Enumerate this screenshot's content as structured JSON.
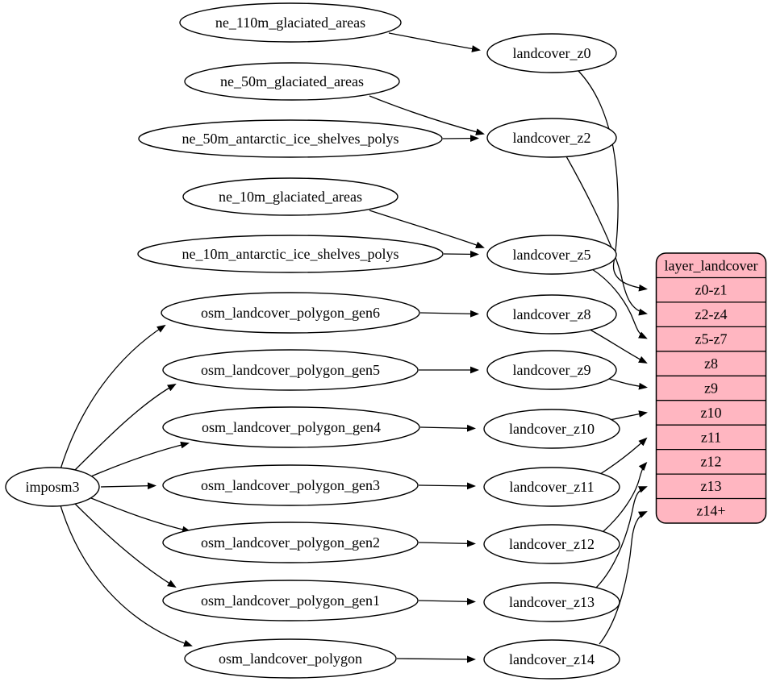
{
  "colors": {
    "background": "#ffffff",
    "node_fill": "#ffffff",
    "node_stroke": "#000000",
    "edge_color": "#000000",
    "record_fill": "#ffb6c1",
    "text_color": "#000000"
  },
  "nodes": {
    "tool": {
      "label": "imposm3"
    },
    "sources": [
      {
        "label": "ne_110m_glaciated_areas"
      },
      {
        "label": "ne_50m_glaciated_areas"
      },
      {
        "label": "ne_50m_antarctic_ice_shelves_polys"
      },
      {
        "label": "ne_10m_glaciated_areas"
      },
      {
        "label": "ne_10m_antarctic_ice_shelves_polys"
      },
      {
        "label": "osm_landcover_polygon_gen6"
      },
      {
        "label": "osm_landcover_polygon_gen5"
      },
      {
        "label": "osm_landcover_polygon_gen4"
      },
      {
        "label": "osm_landcover_polygon_gen3"
      },
      {
        "label": "osm_landcover_polygon_gen2"
      },
      {
        "label": "osm_landcover_polygon_gen1"
      },
      {
        "label": "osm_landcover_polygon"
      }
    ],
    "tables": [
      {
        "label": "landcover_z0"
      },
      {
        "label": "landcover_z2"
      },
      {
        "label": "landcover_z5"
      },
      {
        "label": "landcover_z8"
      },
      {
        "label": "landcover_z9"
      },
      {
        "label": "landcover_z10"
      },
      {
        "label": "landcover_z11"
      },
      {
        "label": "landcover_z12"
      },
      {
        "label": "landcover_z13"
      },
      {
        "label": "landcover_z14"
      }
    ]
  },
  "layer": {
    "title": "layer_landcover",
    "rows": [
      {
        "label": "z0-z1"
      },
      {
        "label": "z2-z4"
      },
      {
        "label": "z5-z7"
      },
      {
        "label": "z8"
      },
      {
        "label": "z9"
      },
      {
        "label": "z10"
      },
      {
        "label": "z11"
      },
      {
        "label": "z12"
      },
      {
        "label": "z13"
      },
      {
        "label": "z14+"
      }
    ]
  },
  "edges": [
    {
      "from": "ne_110m_glaciated_areas",
      "to": "landcover_z0"
    },
    {
      "from": "ne_50m_glaciated_areas",
      "to": "landcover_z2"
    },
    {
      "from": "ne_50m_antarctic_ice_shelves_polys",
      "to": "landcover_z2"
    },
    {
      "from": "ne_10m_glaciated_areas",
      "to": "landcover_z5"
    },
    {
      "from": "ne_10m_antarctic_ice_shelves_polys",
      "to": "landcover_z5"
    },
    {
      "from": "osm_landcover_polygon_gen6",
      "to": "landcover_z8"
    },
    {
      "from": "osm_landcover_polygon_gen5",
      "to": "landcover_z9"
    },
    {
      "from": "osm_landcover_polygon_gen4",
      "to": "landcover_z10"
    },
    {
      "from": "osm_landcover_polygon_gen3",
      "to": "landcover_z11"
    },
    {
      "from": "osm_landcover_polygon_gen2",
      "to": "landcover_z12"
    },
    {
      "from": "osm_landcover_polygon_gen1",
      "to": "landcover_z13"
    },
    {
      "from": "osm_landcover_polygon",
      "to": "landcover_z14"
    },
    {
      "from": "imposm3",
      "to": "osm_landcover_polygon_gen6"
    },
    {
      "from": "imposm3",
      "to": "osm_landcover_polygon_gen5"
    },
    {
      "from": "imposm3",
      "to": "osm_landcover_polygon_gen4"
    },
    {
      "from": "imposm3",
      "to": "osm_landcover_polygon_gen3"
    },
    {
      "from": "imposm3",
      "to": "osm_landcover_polygon_gen2"
    },
    {
      "from": "imposm3",
      "to": "osm_landcover_polygon_gen1"
    },
    {
      "from": "imposm3",
      "to": "osm_landcover_polygon"
    },
    {
      "from": "landcover_z0",
      "to": "layer_landcover.z0-z1"
    },
    {
      "from": "landcover_z2",
      "to": "layer_landcover.z2-z4"
    },
    {
      "from": "landcover_z5",
      "to": "layer_landcover.z5-z7"
    },
    {
      "from": "landcover_z8",
      "to": "layer_landcover.z8"
    },
    {
      "from": "landcover_z9",
      "to": "layer_landcover.z9"
    },
    {
      "from": "landcover_z10",
      "to": "layer_landcover.z10"
    },
    {
      "from": "landcover_z11",
      "to": "layer_landcover.z11"
    },
    {
      "from": "landcover_z12",
      "to": "layer_landcover.z12"
    },
    {
      "from": "landcover_z13",
      "to": "layer_landcover.z13"
    },
    {
      "from": "landcover_z14",
      "to": "layer_landcover.z14+"
    }
  ]
}
